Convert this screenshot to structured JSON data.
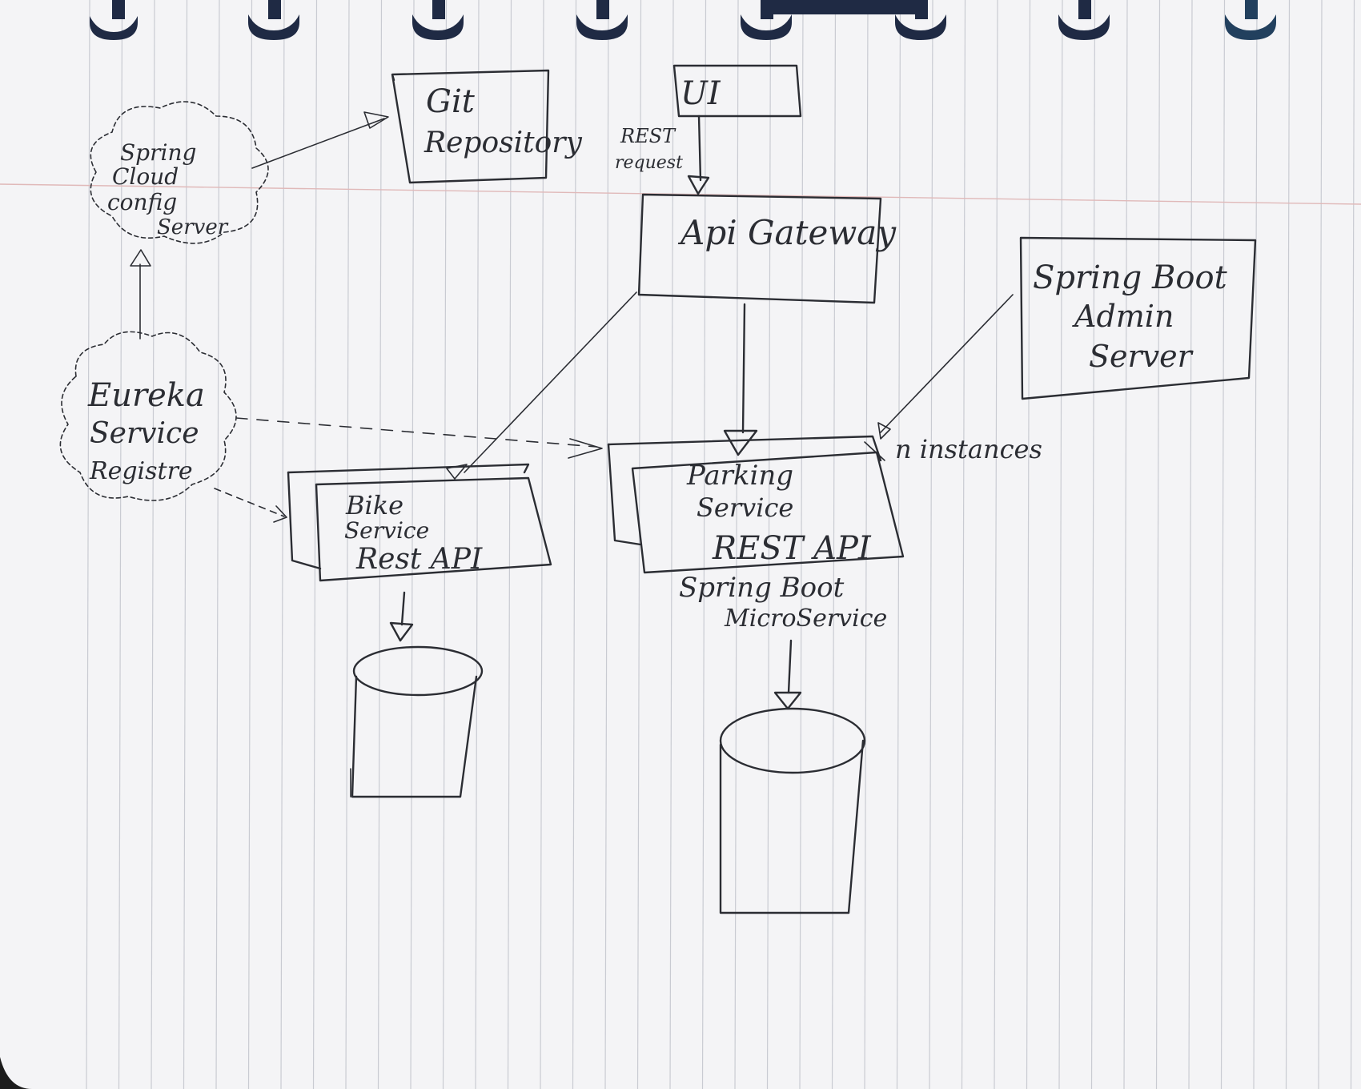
{
  "nodes": {
    "ui": "UI",
    "git_repo": [
      "Git",
      "Repository"
    ],
    "config_server": [
      "Spring",
      "Cloud",
      "config",
      "Server"
    ],
    "api_gateway": "Api Gateway",
    "admin_server": [
      "Spring Boot",
      "Admin",
      "Server"
    ],
    "eureka": [
      "Eureka",
      "Service",
      "Registre"
    ],
    "bike_service": [
      "Bike",
      "Service",
      "Rest API"
    ],
    "parking_service": [
      "Parking",
      "Service",
      "REST API"
    ]
  },
  "labels": {
    "rest_request": [
      "REST",
      "request"
    ],
    "n_instances": "n instances",
    "microservice": [
      "Spring Boot",
      "MicroService"
    ]
  },
  "colors": {
    "ink": "#2b2d33",
    "paper": "#f4f4f6",
    "rule": "#c9cbd2",
    "binding": "#1f2a44"
  }
}
